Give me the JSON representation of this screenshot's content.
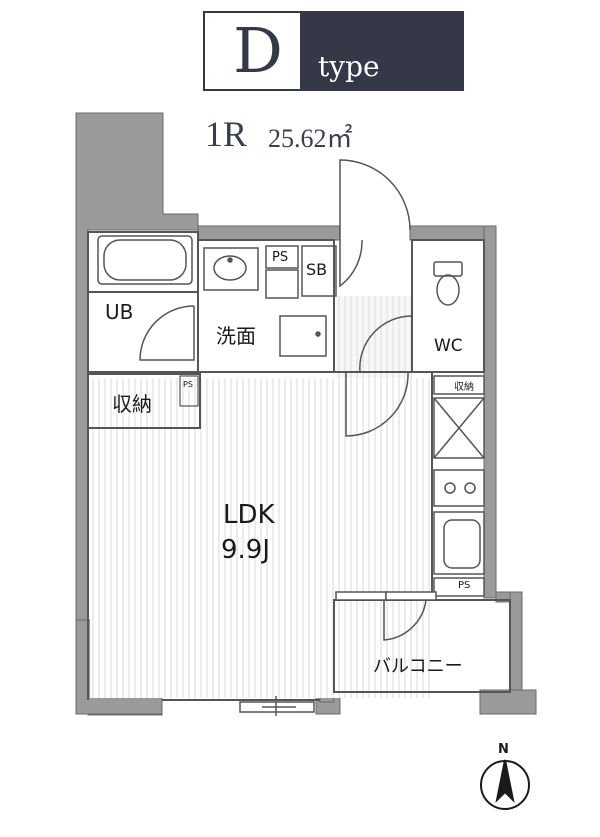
{
  "header": {
    "type_letter": "D",
    "type_word": "type",
    "layout_code": "1R",
    "area": "25.62㎡"
  },
  "rooms": {
    "ub": "UB",
    "washroom": "洗面",
    "ps_top": "PS",
    "sb": "SB",
    "wc": "WC",
    "storage": "収納",
    "ps_left": "PS",
    "storage_small": "収納",
    "ldk": "LDK",
    "ldk_size": "9.9J",
    "ps_kitchen": "PS",
    "balcony": "バルコニー"
  },
  "compass": {
    "north": "N"
  },
  "colors": {
    "header_dark": "#353947",
    "wall": "#9a9a9a",
    "outline": "#555555"
  }
}
